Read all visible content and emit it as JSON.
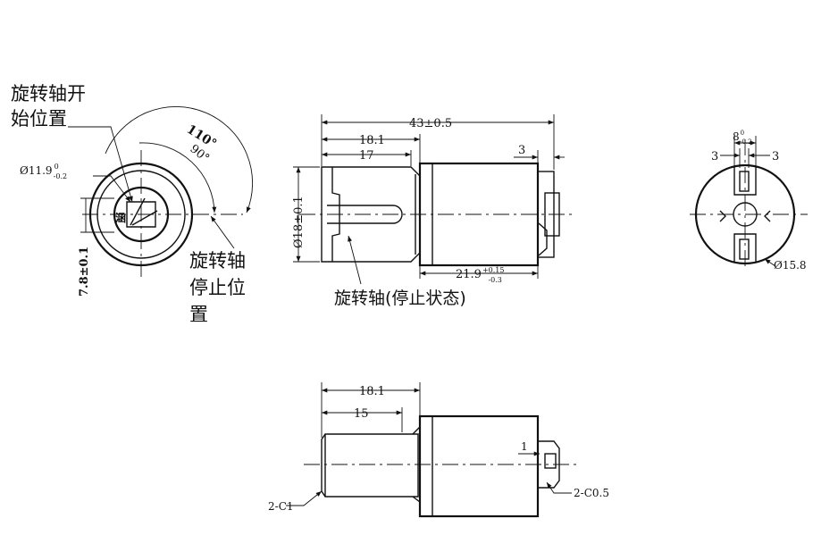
{
  "left_view": {
    "start_label_line1": "旋转轴开",
    "start_label_line2": "始位置",
    "stop_label_line1": "旋转轴",
    "stop_label_line2": "停止位",
    "stop_label_line3": "置",
    "angle_outer": "110°",
    "angle_inner": "90°",
    "diameter_main": "Ø11.9",
    "diameter_tol_upper": "0",
    "diameter_tol_lower": "-0.2",
    "height_dim": "7.8±0.1"
  },
  "front_view": {
    "overall_length": "43±0.5",
    "shaft_length": "18.1",
    "slot_length": "17",
    "end_offset": "3",
    "body_diameter": "Ø18±0.1",
    "body_length": "21.9",
    "body_tol_upper": "+0.15",
    "body_tol_lower": "-0.3",
    "shaft_caption": "旋转轴(停止状态)"
  },
  "right_view": {
    "slot_width": "8",
    "slot_tol_upper": "0",
    "slot_tol_lower": "-0.2",
    "left_offset": "3",
    "right_offset": "3",
    "diameter": "Ø15.8"
  },
  "bottom_view": {
    "shaft_length": "18.1",
    "flat_length": "15",
    "step": "1",
    "chamfer_left": "2-C1",
    "chamfer_right": "2-C0.5"
  }
}
